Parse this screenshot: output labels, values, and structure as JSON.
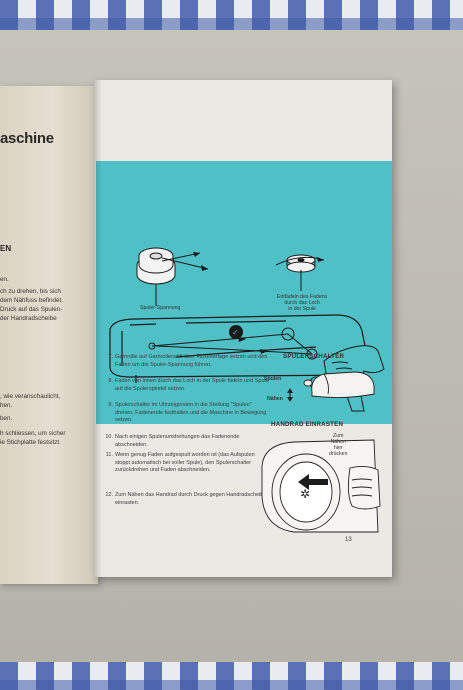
{
  "left_page": {
    "title": "aschine",
    "heading": "EN",
    "lines": [
      "en.",
      "ch zu drehen, bis sich",
      "dem Nähfuss befindet.",
      "Druck auf das Spulen-",
      "der  Handradscheibe",
      ", wie veranschaulicht,",
      "hen.",
      "ben.",
      "h schliessen, um sicher",
      "ie Stichplatte festsitzt."
    ]
  },
  "illustration": {
    "label_spuler_spannung": "Spuler-Spannung",
    "label_einfadeln": "Einfädeln des Fadens\ndurch das Loch\nin der Spule"
  },
  "steps": [
    {
      "num": "7.",
      "text": "Garnrolle auf Garnrollenstift über Filzunterlage setzen und den Faden um die Spuler-Spannung führen."
    },
    {
      "num": "8.",
      "text": "Faden von innen durch das Loch in der Spule fädeln und Spule auf die Spulerspindel setzen."
    },
    {
      "num": "9.",
      "text": "Spulerschalter im Uhrzeigersinn in die Stellung \"Spulen\" drehen, Fadenende festhalten und die Maschine in Bewegung setzen."
    },
    {
      "num": "10.",
      "text": "Nach einigen Spulenumdrehungen das Fadenende abschneiden."
    },
    {
      "num": "11.",
      "text": "Wenn genug Faden aufgespult worden ist (das Aufspulen stoppt automatisch bei voller Spule), den Spulerschalter zurückdrehen und Faden abschneiden."
    },
    {
      "num": "12.",
      "text": "Zum Nähen das Handrad durch Druck gegen Handradscheibe einrasten."
    }
  ],
  "spulerschalter": {
    "heading": "SPULERSCHALTER",
    "spulen": "Spulen",
    "naehen": "Nähen"
  },
  "handrad": {
    "heading": "HANDRAD EINRASTEN",
    "hint": "Zum\nNähen\nhier\ndrücken"
  },
  "page_number": "13",
  "colors": {
    "illustration_bg": "#4fc1c6",
    "paper": "#ebe9e3",
    "cloth_check": "#405ca8"
  }
}
